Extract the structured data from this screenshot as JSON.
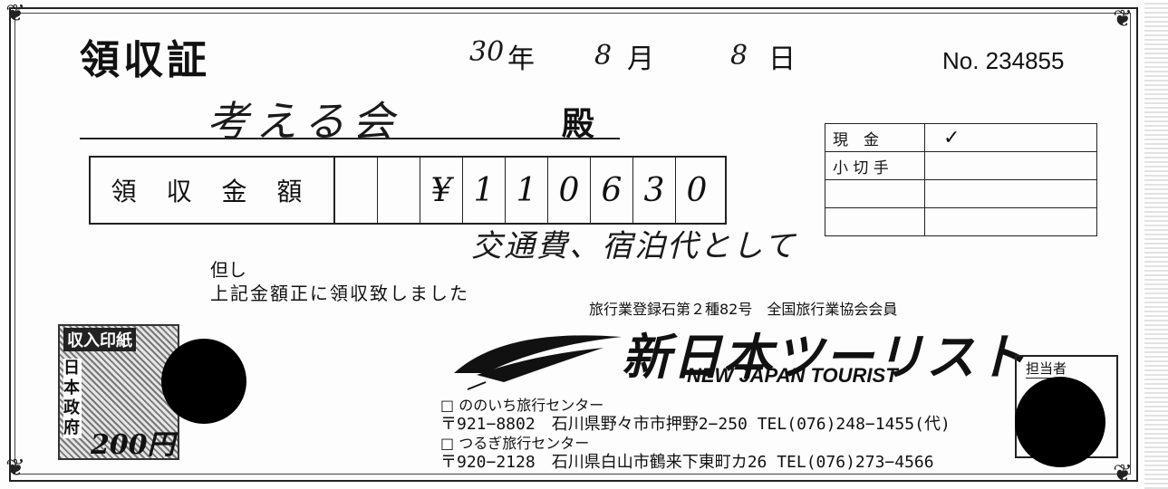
{
  "receipt": {
    "title": "領収証",
    "date": {
      "year": "30",
      "year_label": "年",
      "month": "8",
      "month_label": "月",
      "day": "8",
      "day_label": "日"
    },
    "number": "No. 234855",
    "payee": "考える会",
    "honorific": "殿",
    "amount_label": "領 収 金 額",
    "amount_digits": [
      "",
      "",
      "¥",
      "1",
      "1",
      "0",
      "6",
      "3",
      "0"
    ],
    "purpose": "交通費、宿泊代として",
    "tadashi": "但し",
    "confirmation": "上記金額正に領収致しました"
  },
  "payment_method": {
    "rows": [
      {
        "label": "現　金",
        "value": "✓"
      },
      {
        "label": "小 切 手",
        "value": ""
      },
      {
        "label": "",
        "value": ""
      },
      {
        "label": "",
        "value": ""
      }
    ]
  },
  "issuer": {
    "registration": "旅行業登録石第２種82号　全国旅行業協会会員",
    "name_ja": "新日本ツーリスト",
    "name_en": "NEW JAPAN TOURIST",
    "branches": [
      {
        "name": "□ ののいち旅行センター",
        "address": "〒921−8802　石川県野々市市押野2−250 TEL(076)248−1455(代)"
      },
      {
        "name": "□ つるぎ旅行センター",
        "address": "〒920−2128　石川県白山市鶴来下東町カ26 TEL(076)273−4566"
      }
    ]
  },
  "stamp": {
    "title": "収入印紙",
    "country": "日本政府",
    "value": "200円"
  },
  "tanto_label": "担当者"
}
